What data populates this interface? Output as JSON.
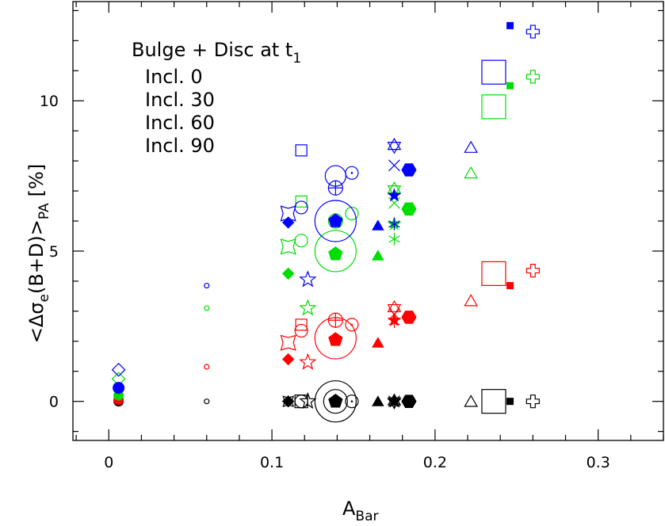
{
  "chart_data": {
    "type": "scatter",
    "xlabel_main": "A",
    "xlabel_sub": "Bar",
    "ylabel_parts": {
      "open": "<Δσ",
      "sub_e": "e",
      "mid": "(B+D)>",
      "sub_pa": "PA",
      "unit": "[%]"
    },
    "xlim": [
      -0.022,
      0.34
    ],
    "ylim": [
      -1.3,
      13.3
    ],
    "xticks_major": [
      0,
      0.1,
      0.2,
      0.3
    ],
    "xtick_labels": [
      "0",
      "0.1",
      "0.2",
      "0.3"
    ],
    "yticks_major": [
      0,
      5,
      10
    ],
    "ytick_labels": [
      "0",
      "5",
      "10"
    ],
    "legend": {
      "title": "Bulge + Disc at t",
      "title_sub": "1",
      "entries": [
        {
          "label": "Incl. 0",
          "color": "#000000"
        },
        {
          "label": "Incl. 30",
          "color": "#ff0000"
        },
        {
          "label": "Incl. 60",
          "color": "#00dd00"
        },
        {
          "label": "Incl. 90",
          "color": "#0000ff"
        }
      ]
    },
    "series": [
      {
        "color": "#000000",
        "points": [
          {
            "x": 0.006,
            "y": 0.0,
            "marker": "circle-filled",
            "size": 6
          },
          {
            "x": 0.06,
            "y": 0.0,
            "marker": "circle-open",
            "size": 3
          },
          {
            "x": 0.11,
            "y": 0.0,
            "marker": "star4-open",
            "size": 9
          },
          {
            "x": 0.11,
            "y": 0.0,
            "marker": "diamond-filled",
            "size": 7
          },
          {
            "x": 0.118,
            "y": 0.0,
            "marker": "square-open",
            "size": 8
          },
          {
            "x": 0.118,
            "y": 0.0,
            "marker": "circle-open",
            "size": 8
          },
          {
            "x": 0.122,
            "y": 0.0,
            "marker": "star5-open",
            "size": 10
          },
          {
            "x": 0.139,
            "y": 0.0,
            "marker": "circle-open",
            "size": 26
          },
          {
            "x": 0.139,
            "y": 0.0,
            "marker": "circle-open",
            "size": 15
          },
          {
            "x": 0.139,
            "y": 0.0,
            "marker": "pentagon-filled",
            "size": 9
          },
          {
            "x": 0.149,
            "y": 0.0,
            "marker": "circle-dot",
            "size": 8
          },
          {
            "x": 0.165,
            "y": 0.0,
            "marker": "triangle-filled",
            "size": 8
          },
          {
            "x": 0.175,
            "y": 0.0,
            "marker": "star6-open",
            "size": 9
          },
          {
            "x": 0.175,
            "y": 0.0,
            "marker": "cross-x",
            "size": 7
          },
          {
            "x": 0.175,
            "y": 0.0,
            "marker": "asterisk",
            "size": 8
          },
          {
            "x": 0.175,
            "y": 0.0,
            "marker": "star5-filled",
            "size": 8
          },
          {
            "x": 0.184,
            "y": 0.0,
            "marker": "hexagon-filled",
            "size": 9
          },
          {
            "x": 0.222,
            "y": 0.0,
            "marker": "triangle-open",
            "size": 9
          },
          {
            "x": 0.236,
            "y": 0.0,
            "marker": "square-open",
            "size": 15
          },
          {
            "x": 0.246,
            "y": 0.0,
            "marker": "square-filled",
            "size": 4
          },
          {
            "x": 0.26,
            "y": 0.0,
            "marker": "cross-open",
            "size": 8
          }
        ]
      },
      {
        "color": "#ff0000",
        "points": [
          {
            "x": 0.006,
            "y": 0.05,
            "marker": "circle-filled",
            "size": 6
          },
          {
            "x": 0.06,
            "y": 1.15,
            "marker": "circle-open",
            "size": 3
          },
          {
            "x": 0.11,
            "y": 1.95,
            "marker": "star4-open",
            "size": 13
          },
          {
            "x": 0.11,
            "y": 1.4,
            "marker": "diamond-filled",
            "size": 7
          },
          {
            "x": 0.118,
            "y": 2.55,
            "marker": "square-open",
            "size": 7
          },
          {
            "x": 0.118,
            "y": 2.35,
            "marker": "circle-open",
            "size": 8
          },
          {
            "x": 0.122,
            "y": 1.3,
            "marker": "star5-open",
            "size": 10
          },
          {
            "x": 0.139,
            "y": 2.1,
            "marker": "circle-open",
            "size": 26
          },
          {
            "x": 0.139,
            "y": 2.7,
            "marker": "circle-cross",
            "size": 9
          },
          {
            "x": 0.139,
            "y": 2.05,
            "marker": "pentagon-filled",
            "size": 9
          },
          {
            "x": 0.149,
            "y": 2.55,
            "marker": "circle-dot",
            "size": 8
          },
          {
            "x": 0.165,
            "y": 1.95,
            "marker": "triangle-filled",
            "size": 8
          },
          {
            "x": 0.175,
            "y": 3.1,
            "marker": "star6-open",
            "size": 9
          },
          {
            "x": 0.175,
            "y": 2.9,
            "marker": "cross-x",
            "size": 7
          },
          {
            "x": 0.175,
            "y": 2.65,
            "marker": "asterisk",
            "size": 8
          },
          {
            "x": 0.175,
            "y": 2.7,
            "marker": "star5-filled",
            "size": 8
          },
          {
            "x": 0.184,
            "y": 2.8,
            "marker": "hexagon-filled",
            "size": 9
          },
          {
            "x": 0.222,
            "y": 3.35,
            "marker": "triangle-open",
            "size": 9
          },
          {
            "x": 0.236,
            "y": 4.25,
            "marker": "square-open",
            "size": 15
          },
          {
            "x": 0.246,
            "y": 3.85,
            "marker": "square-filled",
            "size": 4
          },
          {
            "x": 0.26,
            "y": 4.35,
            "marker": "cross-open",
            "size": 8
          }
        ]
      },
      {
        "color": "#00dd00",
        "points": [
          {
            "x": 0.006,
            "y": 0.2,
            "marker": "circle-filled",
            "size": 6
          },
          {
            "x": 0.006,
            "y": 0.75,
            "marker": "diamond-open",
            "size": 8
          },
          {
            "x": 0.06,
            "y": 3.1,
            "marker": "circle-open",
            "size": 3
          },
          {
            "x": 0.11,
            "y": 5.15,
            "marker": "star4-open",
            "size": 13
          },
          {
            "x": 0.11,
            "y": 4.25,
            "marker": "diamond-filled",
            "size": 7
          },
          {
            "x": 0.118,
            "y": 6.65,
            "marker": "square-open",
            "size": 7
          },
          {
            "x": 0.118,
            "y": 5.35,
            "marker": "circle-open",
            "size": 8
          },
          {
            "x": 0.122,
            "y": 3.1,
            "marker": "star5-open",
            "size": 10
          },
          {
            "x": 0.139,
            "y": 5.0,
            "marker": "circle-open",
            "size": 26
          },
          {
            "x": 0.139,
            "y": 6.0,
            "marker": "circle-cross",
            "size": 9
          },
          {
            "x": 0.139,
            "y": 4.9,
            "marker": "pentagon-filled",
            "size": 9
          },
          {
            "x": 0.149,
            "y": 6.25,
            "marker": "circle-open",
            "size": 8
          },
          {
            "x": 0.165,
            "y": 4.85,
            "marker": "triangle-filled",
            "size": 8
          },
          {
            "x": 0.175,
            "y": 7.05,
            "marker": "star6-open",
            "size": 9
          },
          {
            "x": 0.175,
            "y": 6.6,
            "marker": "cross-x",
            "size": 7
          },
          {
            "x": 0.175,
            "y": 5.4,
            "marker": "asterisk",
            "size": 8
          },
          {
            "x": 0.175,
            "y": 5.9,
            "marker": "star5-filled",
            "size": 8
          },
          {
            "x": 0.184,
            "y": 6.4,
            "marker": "hexagon-filled",
            "size": 9
          },
          {
            "x": 0.222,
            "y": 7.6,
            "marker": "triangle-open",
            "size": 9
          },
          {
            "x": 0.236,
            "y": 9.8,
            "marker": "square-open",
            "size": 15
          },
          {
            "x": 0.246,
            "y": 10.5,
            "marker": "square-filled",
            "size": 4
          },
          {
            "x": 0.26,
            "y": 10.8,
            "marker": "cross-open",
            "size": 8
          }
        ]
      },
      {
        "color": "#0000ff",
        "points": [
          {
            "x": 0.006,
            "y": 0.45,
            "marker": "circle-filled",
            "size": 7
          },
          {
            "x": 0.006,
            "y": 1.05,
            "marker": "diamond-open",
            "size": 8
          },
          {
            "x": 0.06,
            "y": 3.85,
            "marker": "circle-open",
            "size": 3
          },
          {
            "x": 0.11,
            "y": 6.25,
            "marker": "star4-open",
            "size": 13
          },
          {
            "x": 0.11,
            "y": 5.95,
            "marker": "diamond-filled",
            "size": 7
          },
          {
            "x": 0.118,
            "y": 8.35,
            "marker": "square-open",
            "size": 7
          },
          {
            "x": 0.118,
            "y": 6.45,
            "marker": "circle-open",
            "size": 8
          },
          {
            "x": 0.122,
            "y": 4.05,
            "marker": "star5-open",
            "size": 10
          },
          {
            "x": 0.139,
            "y": 6.0,
            "marker": "circle-open",
            "size": 26
          },
          {
            "x": 0.139,
            "y": 7.1,
            "marker": "circle-cross",
            "size": 9
          },
          {
            "x": 0.139,
            "y": 7.5,
            "marker": "circle-open",
            "size": 13
          },
          {
            "x": 0.139,
            "y": 6.0,
            "marker": "pentagon-filled",
            "size": 9
          },
          {
            "x": 0.149,
            "y": 7.6,
            "marker": "circle-dot",
            "size": 8
          },
          {
            "x": 0.165,
            "y": 5.85,
            "marker": "triangle-filled",
            "size": 8
          },
          {
            "x": 0.175,
            "y": 8.5,
            "marker": "star6-open",
            "size": 9
          },
          {
            "x": 0.175,
            "y": 7.85,
            "marker": "cross-x",
            "size": 7
          },
          {
            "x": 0.175,
            "y": 5.9,
            "marker": "asterisk",
            "size": 8
          },
          {
            "x": 0.175,
            "y": 6.85,
            "marker": "star5-filled",
            "size": 8
          },
          {
            "x": 0.184,
            "y": 7.7,
            "marker": "hexagon-filled",
            "size": 9
          },
          {
            "x": 0.222,
            "y": 8.45,
            "marker": "triangle-open",
            "size": 9
          },
          {
            "x": 0.236,
            "y": 10.95,
            "marker": "square-open",
            "size": 15
          },
          {
            "x": 0.246,
            "y": 12.5,
            "marker": "square-filled",
            "size": 4
          },
          {
            "x": 0.26,
            "y": 12.3,
            "marker": "cross-open",
            "size": 8
          }
        ]
      }
    ]
  }
}
